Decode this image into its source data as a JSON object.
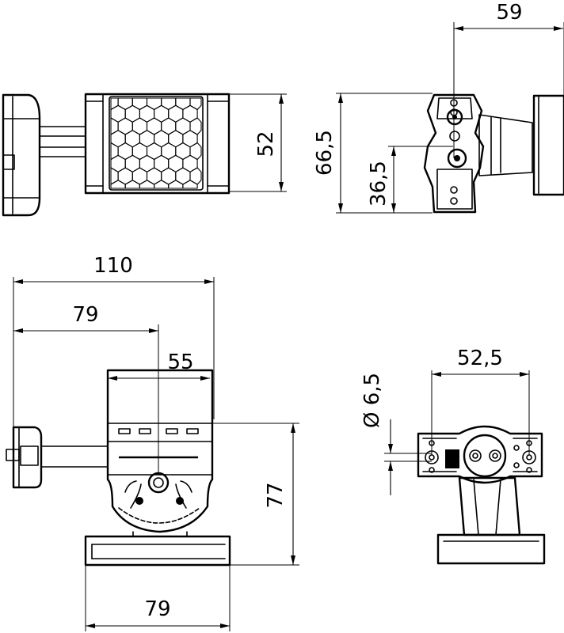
{
  "dimensions": {
    "top_view": {
      "width": "52"
    },
    "side_view": {
      "total_height": "66,5",
      "axis_height": "36,5",
      "depth": "59"
    },
    "front_view": {
      "overall_width": "110",
      "axis_offset": "79",
      "body_width": "55",
      "height": "77",
      "base_width": "79"
    },
    "rear_view": {
      "hole_diameter": "Ø 6,5",
      "hole_spacing": "52,5"
    }
  }
}
